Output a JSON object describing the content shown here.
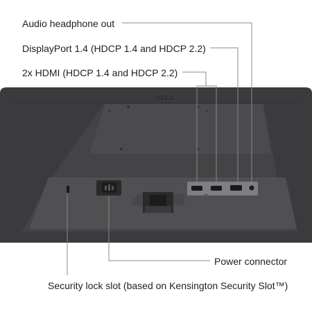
{
  "callouts": {
    "audio": "Audio headphone out",
    "displayport": "DisplayPort 1.4 (HDCP 1.4 and HDCP 2.2)",
    "hdmi": "2x HDMI (HDCP 1.4 and HDCP 2.2)",
    "power": "Power connector",
    "security": "Security lock slot (based on Kensington Security Slot™)"
  },
  "brand_logo": "DELL",
  "colors": {
    "background": "#ffffff",
    "callout_line": "#8a8a8a",
    "monitor_dark": "#3b3b3d",
    "monitor_panel": "#4a4a4c",
    "port_plate": "#7d7f83"
  }
}
